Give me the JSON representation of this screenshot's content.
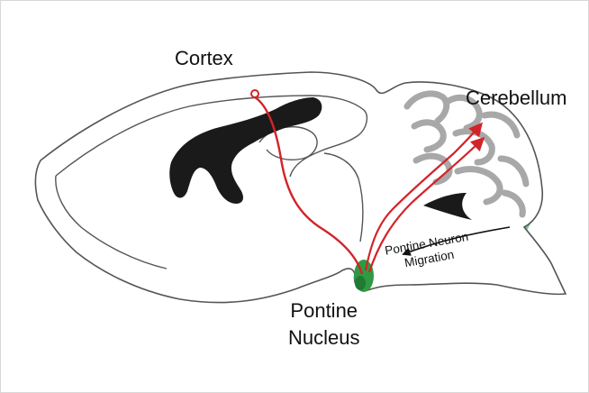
{
  "labels": {
    "cortex": "Cortex",
    "cerebellum": "Cerebellum",
    "pontine_nucleus": [
      "Pontine",
      "Nucleus"
    ],
    "migration": [
      "Pontine Neuron",
      "Migration"
    ]
  },
  "colors": {
    "outline": "#555555",
    "ventricle": "#1a1a1a",
    "cerebellum_folia": "#a8a8a8",
    "axon": "#d3232a",
    "pontine_nucleus": "#2e9a43",
    "migration_stream": "#74c07a",
    "migration_arrow": "#111111"
  }
}
